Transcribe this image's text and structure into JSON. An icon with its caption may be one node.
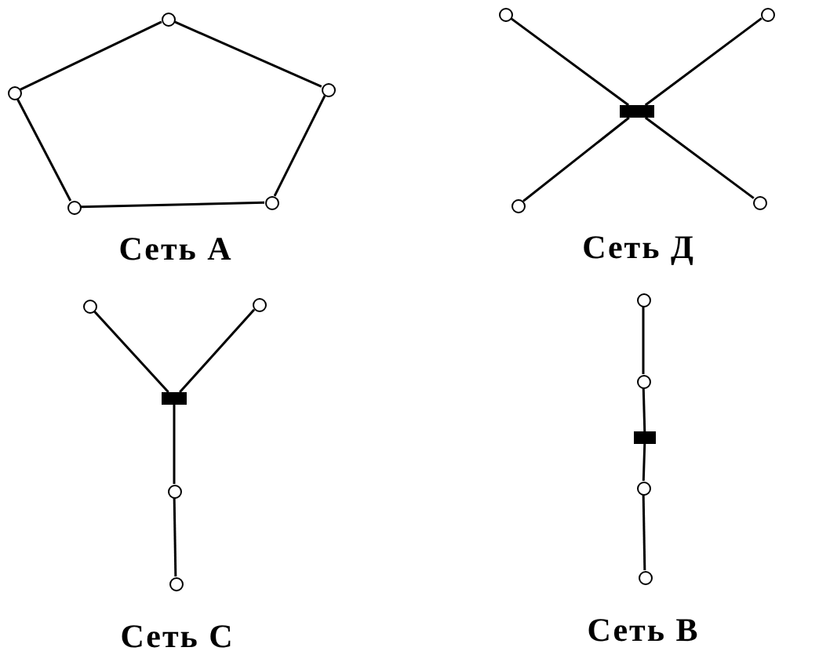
{
  "diagram": {
    "nodes": [
      {
        "text": [],
        "shape": "circle"
      },
      {
        "text": [],
        "shape": "circle"
      },
      {
        "text": [],
        "shape": "circle"
      },
      {
        "text": [],
        "shape": "circle"
      },
      {
        "text": [],
        "shape": "circle"
      },
      {
        "text": [],
        "shape": "circle"
      },
      {
        "text": [],
        "shape": "circle"
      },
      {
        "text": [],
        "shape": "bar"
      },
      {
        "text": [],
        "shape": "circle"
      },
      {
        "text": [],
        "shape": "circle"
      },
      {
        "text": [],
        "shape": "circle"
      },
      {
        "text": [],
        "shape": "circle"
      },
      {
        "text": [],
        "shape": "bar"
      },
      {
        "text": [],
        "shape": "circle"
      },
      {
        "text": [],
        "shape": "circle"
      },
      {
        "text": [],
        "shape": "circle"
      },
      {
        "text": [],
        "shape": "circle"
      },
      {
        "text": [],
        "shape": "bar"
      },
      {
        "text": [],
        "shape": "circle"
      },
      {
        "text": [],
        "shape": "circle"
      }
    ],
    "edges": [
      {
        "from": 0,
        "to": 1,
        "arrow": "none"
      },
      {
        "from": 0,
        "to": 2,
        "arrow": "none"
      },
      {
        "from": 1,
        "to": 3,
        "arrow": "none"
      },
      {
        "from": 2,
        "to": 4,
        "arrow": "none"
      },
      {
        "from": 3,
        "to": 4,
        "arrow": "none"
      },
      {
        "from": 5,
        "to": 7,
        "arrow": "none"
      },
      {
        "from": 6,
        "to": 7,
        "arrow": "none"
      },
      {
        "from": 7,
        "to": 8,
        "arrow": "none"
      },
      {
        "from": 7,
        "to": 9,
        "arrow": "none"
      },
      {
        "from": 10,
        "to": 12,
        "arrow": "none"
      },
      {
        "from": 11,
        "to": 12,
        "arrow": "none"
      },
      {
        "from": 12,
        "to": 13,
        "arrow": "none"
      },
      {
        "from": 13,
        "to": 14,
        "arrow": "none"
      },
      {
        "from": 15,
        "to": 16,
        "arrow": "none"
      },
      {
        "from": 16,
        "to": 17,
        "arrow": "none"
      },
      {
        "from": 17,
        "to": 18,
        "arrow": "none"
      },
      {
        "from": 18,
        "to": 19,
        "arrow": "none"
      }
    ],
    "labels": [
      "Сеть А",
      "Сеть Д",
      "Сеть С",
      "Сеть В"
    ]
  }
}
